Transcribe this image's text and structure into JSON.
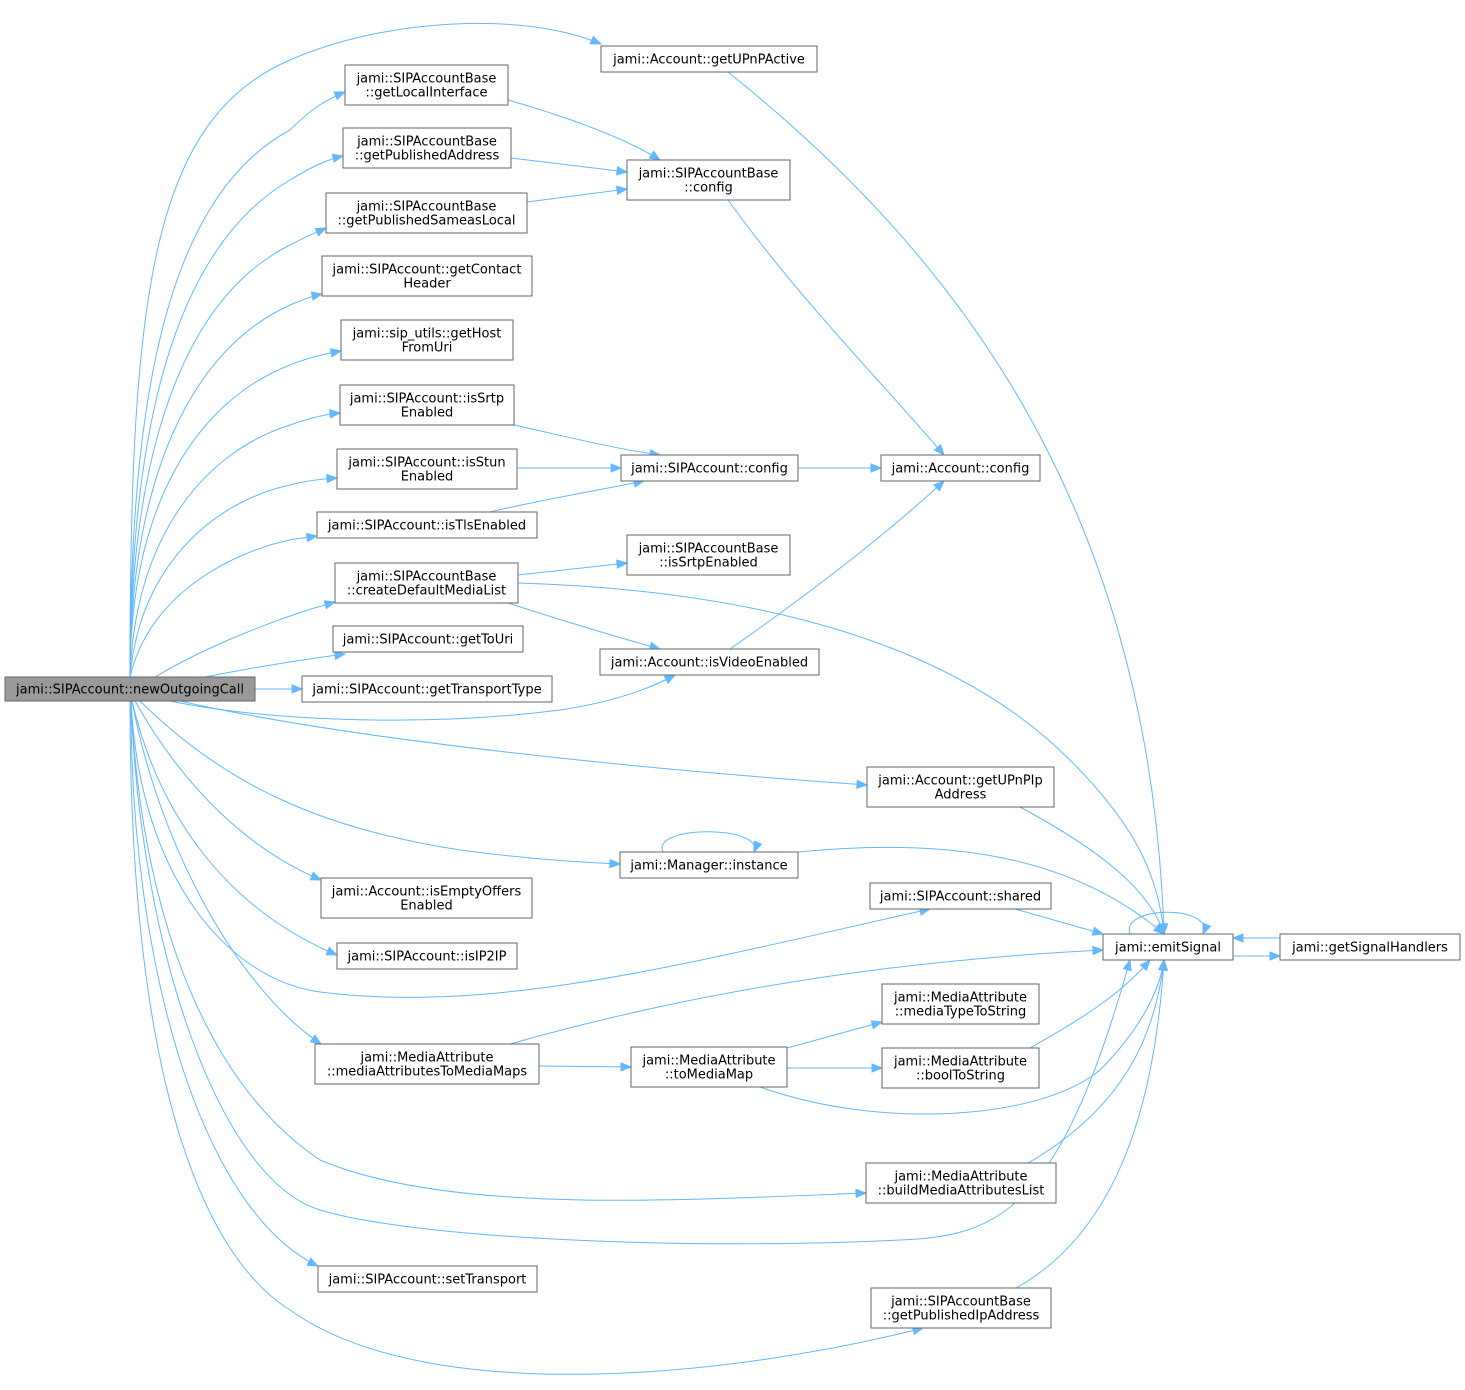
{
  "nodes": [
    {
      "id": "newOutgoingCall",
      "lines": [
        "jami::SIPAccount::newOutgoingCall"
      ],
      "root": true
    },
    {
      "id": "getUPnPActive",
      "lines": [
        "jami::Account::getUPnPActive"
      ]
    },
    {
      "id": "getLocalInterface",
      "lines": [
        "jami::SIPAccountBase",
        "::getLocalInterface"
      ]
    },
    {
      "id": "getPublishedAddress",
      "lines": [
        "jami::SIPAccountBase",
        "::getPublishedAddress"
      ]
    },
    {
      "id": "baseConfig",
      "lines": [
        "jami::SIPAccountBase",
        "::config"
      ]
    },
    {
      "id": "getPublishedSameasLocal",
      "lines": [
        "jami::SIPAccountBase",
        "::getPublishedSameasLocal"
      ]
    },
    {
      "id": "getContactHeader",
      "lines": [
        "jami::SIPAccount::getContact",
        "Header"
      ]
    },
    {
      "id": "getHostFromUri",
      "lines": [
        "jami::sip_utils::getHost",
        "FromUri"
      ]
    },
    {
      "id": "isSrtpEnabled",
      "lines": [
        "jami::SIPAccount::isSrtp",
        "Enabled"
      ]
    },
    {
      "id": "isStunEnabled",
      "lines": [
        "jami::SIPAccount::isStun",
        "Enabled"
      ]
    },
    {
      "id": "sipConfig",
      "lines": [
        "jami::SIPAccount::config"
      ]
    },
    {
      "id": "accountConfig",
      "lines": [
        "jami::Account::config"
      ]
    },
    {
      "id": "isTlsEnabled",
      "lines": [
        "jami::SIPAccount::isTlsEnabled"
      ]
    },
    {
      "id": "createDefaultMediaList",
      "lines": [
        "jami::SIPAccountBase",
        "::createDefaultMediaList"
      ]
    },
    {
      "id": "baseIsSrtpEnabled",
      "lines": [
        "jami::SIPAccountBase",
        "::isSrtpEnabled"
      ]
    },
    {
      "id": "getToUri",
      "lines": [
        "jami::SIPAccount::getToUri"
      ]
    },
    {
      "id": "isVideoEnabled",
      "lines": [
        "jami::Account::isVideoEnabled"
      ]
    },
    {
      "id": "getTransportType",
      "lines": [
        "jami::SIPAccount::getTransportType"
      ]
    },
    {
      "id": "getUPnPIpAddress",
      "lines": [
        "jami::Account::getUPnPIp",
        "Address"
      ]
    },
    {
      "id": "managerInstance",
      "lines": [
        "jami::Manager::instance"
      ]
    },
    {
      "id": "isEmptyOffersEnabled",
      "lines": [
        "jami::Account::isEmptyOffers",
        "Enabled"
      ]
    },
    {
      "id": "shared",
      "lines": [
        "jami::SIPAccount::shared"
      ]
    },
    {
      "id": "emitSignal",
      "lines": [
        "jami::emitSignal"
      ]
    },
    {
      "id": "getSignalHandlers",
      "lines": [
        "jami::getSignalHandlers"
      ]
    },
    {
      "id": "isIP2IP",
      "lines": [
        "jami::SIPAccount::isIP2IP"
      ]
    },
    {
      "id": "mediaTypeToString",
      "lines": [
        "jami::MediaAttribute",
        "::mediaTypeToString"
      ]
    },
    {
      "id": "mediaAttributesToMediaMaps",
      "lines": [
        "jami::MediaAttribute",
        "::mediaAttributesToMediaMaps"
      ]
    },
    {
      "id": "toMediaMap",
      "lines": [
        "jami::MediaAttribute",
        "::toMediaMap"
      ]
    },
    {
      "id": "boolToString",
      "lines": [
        "jami::MediaAttribute",
        "::boolToString"
      ]
    },
    {
      "id": "buildMediaAttributesList",
      "lines": [
        "jami::MediaAttribute",
        "::buildMediaAttributesList"
      ]
    },
    {
      "id": "setTransport",
      "lines": [
        "jami::SIPAccount::setTransport"
      ]
    },
    {
      "id": "getPublishedIpAddress",
      "lines": [
        "jami::SIPAccountBase",
        "::getPublishedIpAddress"
      ]
    }
  ],
  "edges": [
    [
      "newOutgoingCall",
      "getUPnPActive"
    ],
    [
      "newOutgoingCall",
      "getLocalInterface"
    ],
    [
      "newOutgoingCall",
      "getPublishedAddress"
    ],
    [
      "newOutgoingCall",
      "getPublishedSameasLocal"
    ],
    [
      "newOutgoingCall",
      "getContactHeader"
    ],
    [
      "newOutgoingCall",
      "getHostFromUri"
    ],
    [
      "newOutgoingCall",
      "isSrtpEnabled"
    ],
    [
      "newOutgoingCall",
      "isStunEnabled"
    ],
    [
      "newOutgoingCall",
      "isTlsEnabled"
    ],
    [
      "newOutgoingCall",
      "createDefaultMediaList"
    ],
    [
      "newOutgoingCall",
      "getToUri"
    ],
    [
      "newOutgoingCall",
      "getTransportType"
    ],
    [
      "newOutgoingCall",
      "isVideoEnabled"
    ],
    [
      "newOutgoingCall",
      "getUPnPIpAddress"
    ],
    [
      "newOutgoingCall",
      "managerInstance"
    ],
    [
      "newOutgoingCall",
      "isEmptyOffersEnabled"
    ],
    [
      "newOutgoingCall",
      "isIP2IP"
    ],
    [
      "newOutgoingCall",
      "shared"
    ],
    [
      "newOutgoingCall",
      "emitSignal"
    ],
    [
      "newOutgoingCall",
      "mediaAttributesToMediaMaps"
    ],
    [
      "newOutgoingCall",
      "buildMediaAttributesList"
    ],
    [
      "newOutgoingCall",
      "setTransport"
    ],
    [
      "newOutgoingCall",
      "getPublishedIpAddress"
    ],
    [
      "getUPnPActive",
      "emitSignal"
    ],
    [
      "getLocalInterface",
      "baseConfig"
    ],
    [
      "getPublishedAddress",
      "baseConfig"
    ],
    [
      "getPublishedSameasLocal",
      "baseConfig"
    ],
    [
      "baseConfig",
      "accountConfig"
    ],
    [
      "isSrtpEnabled",
      "sipConfig"
    ],
    [
      "isStunEnabled",
      "sipConfig"
    ],
    [
      "isTlsEnabled",
      "sipConfig"
    ],
    [
      "sipConfig",
      "accountConfig"
    ],
    [
      "createDefaultMediaList",
      "baseIsSrtpEnabled"
    ],
    [
      "createDefaultMediaList",
      "isVideoEnabled"
    ],
    [
      "createDefaultMediaList",
      "emitSignal"
    ],
    [
      "isVideoEnabled",
      "accountConfig"
    ],
    [
      "getUPnPIpAddress",
      "emitSignal"
    ],
    [
      "managerInstance",
      "managerInstance"
    ],
    [
      "managerInstance",
      "emitSignal"
    ],
    [
      "shared",
      "emitSignal"
    ],
    [
      "emitSignal",
      "emitSignal"
    ],
    [
      "emitSignal",
      "getSignalHandlers"
    ],
    [
      "getSignalHandlers",
      "emitSignal"
    ],
    [
      "mediaAttributesToMediaMaps",
      "emitSignal"
    ],
    [
      "mediaAttributesToMediaMaps",
      "toMediaMap"
    ],
    [
      "toMediaMap",
      "mediaTypeToString"
    ],
    [
      "toMediaMap",
      "boolToString"
    ],
    [
      "toMediaMap",
      "emitSignal"
    ],
    [
      "boolToString",
      "emitSignal"
    ],
    [
      "buildMediaAttributesList",
      "emitSignal"
    ],
    [
      "getPublishedIpAddress",
      "emitSignal"
    ]
  ]
}
